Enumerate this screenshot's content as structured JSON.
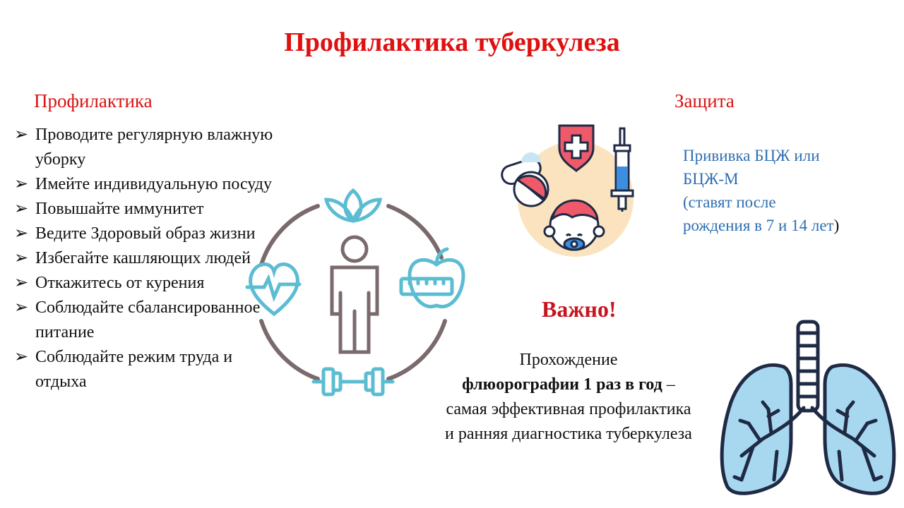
{
  "title": "Профилактика туберкулеза",
  "prevention": {
    "heading": "Профилактика",
    "items": [
      "Проводите регулярную влажную уборку",
      "Имейте индивидуальную посуду",
      "Повышайте иммунитет",
      "Ведите Здоровый образ жизни",
      "Избегайте кашляющих людей",
      "Откажитесь от курения",
      "Соблюдайте сбалансированное питание",
      "Соблюдайте режим труда и отдыха"
    ]
  },
  "protection": {
    "heading": "Защита",
    "vaccine_line1": "Прививка БЦЖ или",
    "vaccine_line2": "БЦЖ-М",
    "vaccine_line3": "(ставят после",
    "vaccine_line4": "рождения в 7 и 14 лет",
    "vaccine_close": ")"
  },
  "important": {
    "heading": "Важно!",
    "text_start": "Прохождение",
    "text_bold": "флюорографии  1 раз в год",
    "text_end": " – самая эффективная профилактика и ранняя диагностика туберкулеза"
  },
  "colors": {
    "title": "#e01010",
    "heading": "#d81414",
    "vaccine_text": "#2e6fb0",
    "icon_teal": "#5bbcd2",
    "icon_gray": "#7a6a6c",
    "icon_red": "#e94a5e",
    "lungs_fill": "#a8d8f0",
    "lungs_stroke": "#1f2a44"
  },
  "icons": [
    "healthy-lifestyle-icon",
    "vaccination-icon",
    "lungs-icon"
  ]
}
